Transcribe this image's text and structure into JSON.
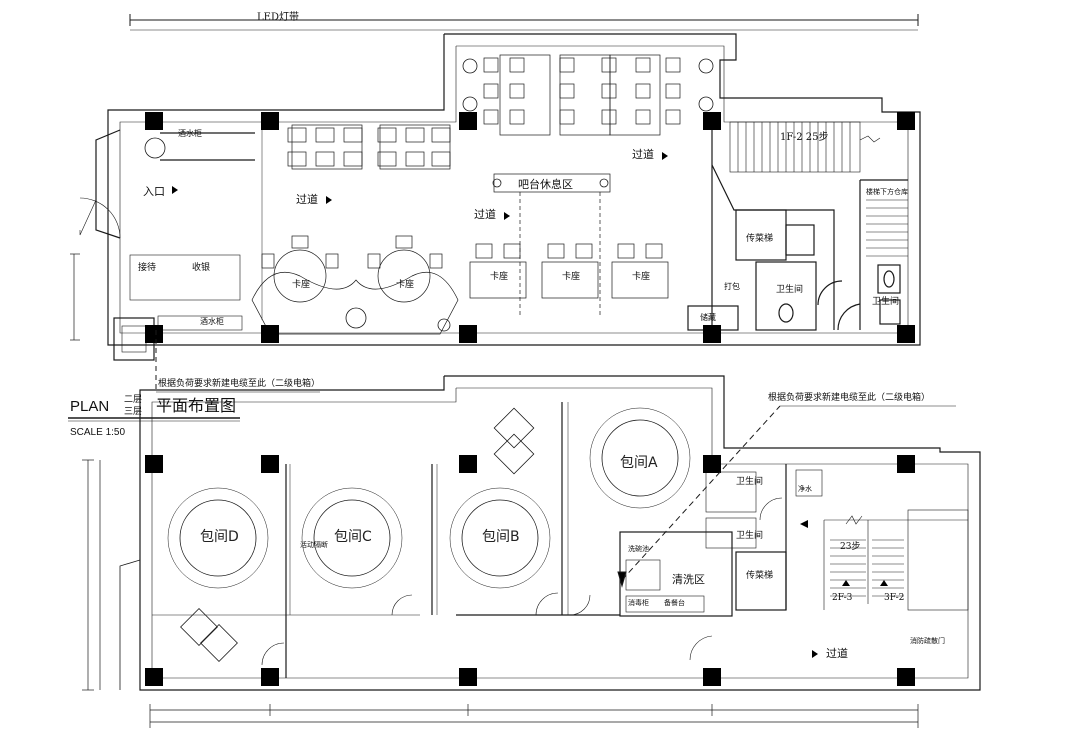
{
  "drawing": {
    "title_plan": "PLAN",
    "title_floor_top": "二层",
    "title_floor_bottom": "三层",
    "title_cn": "平面布置图",
    "scale": "SCALE 1:50"
  },
  "floor2": {
    "led": "LED灯带",
    "entrance": "入口",
    "corridor_1": "过道",
    "corridor_2": "过道",
    "corridor_3": "过道",
    "lounge": "吧台休息区",
    "booth_1": "卡座",
    "booth_2": "卡座",
    "booth_3": "卡座",
    "booth_4": "卡座",
    "booth_5": "卡座",
    "stair": "1F-2 25步",
    "stair_down": "楼梯下方仓库",
    "cabinet": "传菜梯",
    "washroom_1": "卫生间",
    "washroom_2": "卫生间",
    "reception": "接待",
    "cashier": "收银",
    "water_bar": "酒水柜",
    "water_bar_2": "酒水柜",
    "storage": "打包",
    "storage_2": "储藏",
    "elec_note": "根据负荷要求新建电缆至此（二级电箱）"
  },
  "floor3": {
    "room_a": "包间A",
    "room_b": "包间B",
    "room_c": "包间C",
    "room_d": "包间D",
    "prep": "清洗区",
    "washroom_1": "卫生间",
    "washroom_2": "卫生间",
    "cabinet": "传菜梯",
    "corridor": "过道",
    "stair_a": "23步",
    "stair_b": "2F-3",
    "stair_c": "3F-2",
    "fire_door": "消防疏散门",
    "screen": "活动隔断",
    "towel": "消毒柜",
    "sink": "备餐台",
    "dish": "洗碗池",
    "water": "净水",
    "elec_note": "根据负荷要求新建电缆至此（二级电箱）"
  },
  "colors": {
    "line": "#1a1a1a",
    "column": "#000000",
    "paper": "#ffffff"
  }
}
